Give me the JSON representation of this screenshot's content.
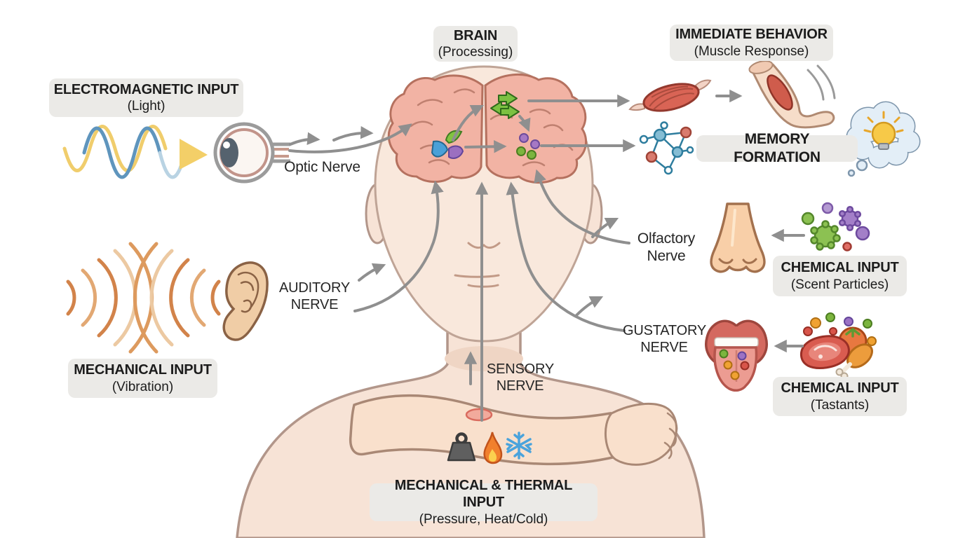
{
  "figure": {
    "type": "sensory-input-processing-diagram",
    "description": "Human sensory inputs routed through nerves to the brain, producing immediate behavior and memory formation"
  },
  "labels": {
    "brain": {
      "title": "BRAIN",
      "subtitle": "(Processing)"
    },
    "immediate_behavior": {
      "title": "IMMEDIATE BEHAVIOR",
      "subtitle": "(Muscle Response)"
    },
    "electromagnetic_input": {
      "title": "ELECTROMAGNETIC INPUT",
      "subtitle": "(Light)"
    },
    "memory_formation": {
      "title": "MEMORY FORMATION"
    },
    "mechanical_input": {
      "title": "MECHANICAL INPUT",
      "subtitle": "(Vibration)"
    },
    "chemical_input_scent": {
      "title": "CHEMICAL INPUT",
      "subtitle": "(Scent Particles)"
    },
    "chemical_input_tastants": {
      "title": "CHEMICAL INPUT",
      "subtitle": "(Tastants)"
    },
    "mechanical_thermal_input": {
      "title": "MECHANICAL & THERMAL INPUT",
      "subtitle": "(Pressure, Heat/Cold)"
    }
  },
  "nerves": {
    "optic": "Optic Nerve",
    "auditory": "AUDITORY NERVE",
    "olfactory": "Olfactory Nerve",
    "gustatory": "GUSTATORY NERVE",
    "sensory": "SENSORY NERVE"
  },
  "flows": [
    {
      "from": "Electromagnetic Input (Light)",
      "to": "Eye"
    },
    {
      "from": "Eye",
      "to": "Brain",
      "via": "Optic Nerve"
    },
    {
      "from": "Mechanical Input (Vibration)",
      "to": "Ear"
    },
    {
      "from": "Ear",
      "to": "Brain",
      "via": "Auditory Nerve"
    },
    {
      "from": "Chemical Input (Scent Particles)",
      "to": "Nose"
    },
    {
      "from": "Nose",
      "to": "Brain",
      "via": "Olfactory Nerve"
    },
    {
      "from": "Chemical Input (Tastants)",
      "to": "Tongue"
    },
    {
      "from": "Tongue",
      "to": "Brain",
      "via": "Gustatory Nerve"
    },
    {
      "from": "Mechanical & Thermal Input (Pressure, Heat/Cold)",
      "to": "Skin"
    },
    {
      "from": "Skin",
      "to": "Brain",
      "via": "Sensory Nerve"
    },
    {
      "from": "Brain",
      "to": "Immediate Behavior (Muscle Response)"
    },
    {
      "from": "Brain",
      "to": "Memory Formation"
    }
  ],
  "icons": {
    "light-waves-icon": "blue and yellow sine waves with arrowhead",
    "eye-icon": "side-view eyeball with optic nerve stub",
    "sound-waves-icon": "facing orange vibration arcs",
    "ear-icon": "outer ear",
    "brain-icon": "two-hemisphere brain with activity symbols",
    "muscle-icon": "striated muscle spindle",
    "flexing-limb-icon": "bent limb with contracting muscle and motion lines",
    "neural-network-icon": "connected blue and red nodes",
    "thought-bubble-icon": "cloud thought bubble",
    "lightbulb-icon": "glowing lightbulb",
    "nose-icon": "front-view nose",
    "scent-particles-icon": "green and purple odor molecules",
    "mouth-tongue-icon": "open mouth with tongue and tastant dots",
    "food-icon": "steak, tomato and drumstick with tastant dots",
    "weight-icon": "pressure weight",
    "fire-icon": "flame (heat)",
    "snowflake-icon": "snowflake (cold)",
    "pressure-point-icon": "red stimulus spot on forearm"
  },
  "colors": {
    "label_bg": "#ebeae7",
    "text": "#1c1c1c",
    "arrow_gray": "#8f8f8f",
    "skin": "#f7e3d6",
    "skin_outline": "#b2968a",
    "brain_fill": "#f2b3a4",
    "brain_outline": "#b5715f",
    "wave_blue": "#5f95bd",
    "wave_yellow": "#f0cd6c",
    "sound_orange": "#d2834a",
    "green_particle": "#8cc152",
    "purple_particle": "#9b72c4",
    "muscle_red": "#d96455",
    "network_blue": "#85bdd4",
    "bubble_blue": "#e3eef7",
    "bulb_yellow": "#f7c948",
    "snowflake_blue": "#4aa3dc"
  }
}
